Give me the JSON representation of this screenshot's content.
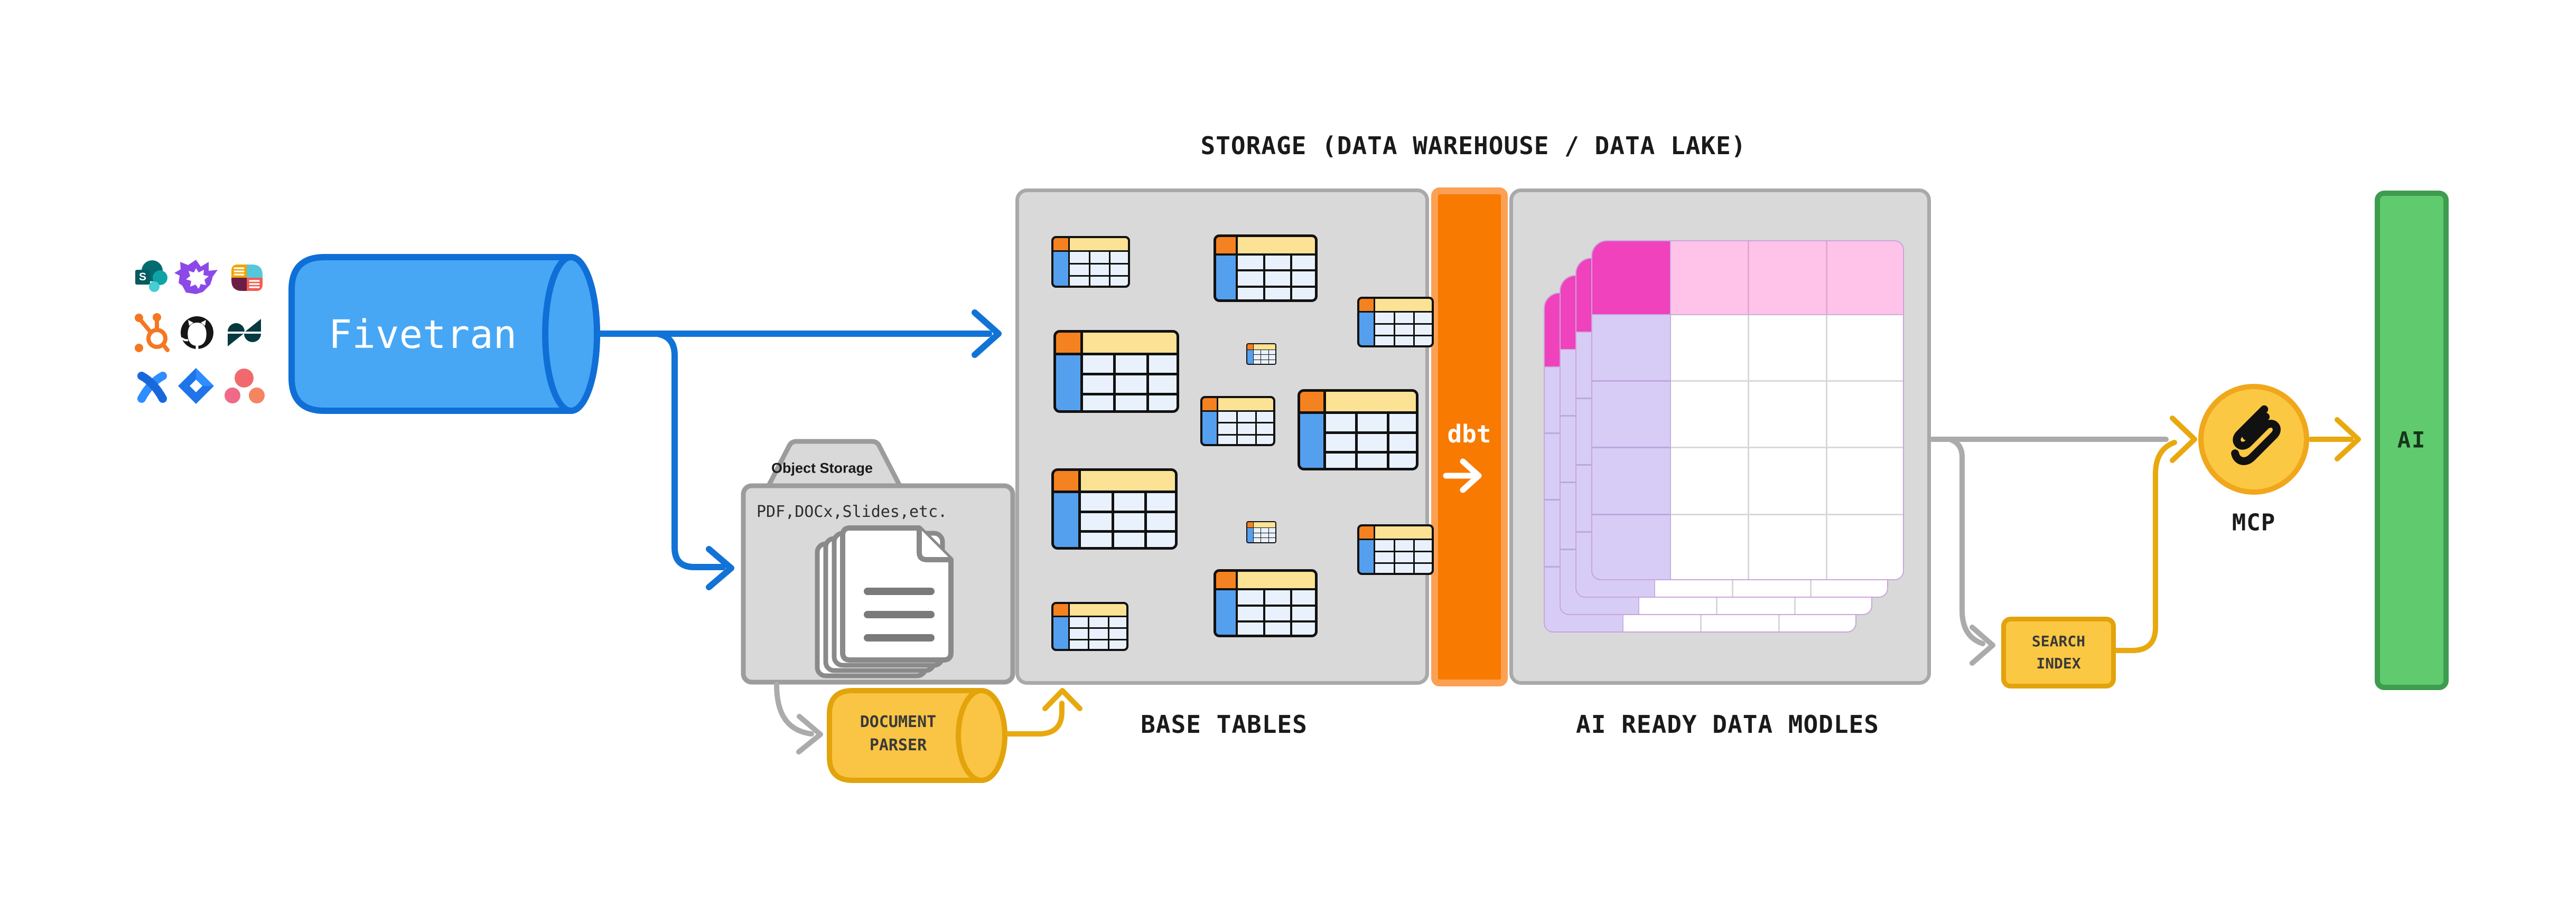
{
  "diagram": {
    "storage_title": "STORAGE (DATA WAREHOUSE / DATA LAKE)",
    "fivetran_label": "Fivetran",
    "object_storage": {
      "title": "Object Storage",
      "formats": "PDF,DOCx,Slides,etc."
    },
    "document_parser_label": "DOCUMENT\nPARSER",
    "base_tables_label": "BASE TABLES",
    "dbt_label": "dbt",
    "ai_models_label": "AI READY DATA MODLES",
    "search_index_label": "SEARCH\nINDEX",
    "mcp_label": "MCP",
    "ai_label": "AI",
    "sharepoint_letter": "S"
  },
  "source_icons": [
    "sharepoint-icon",
    "starburst-icon",
    "seismic-docs-icon",
    "hubspot-icon",
    "github-icon",
    "zendesk-icon",
    "confluence-icon",
    "jira-icon",
    "asana-icon"
  ],
  "other_icons": [
    "base-table-icon",
    "ai-model-table-icon",
    "document-stack-icon",
    "folder-icon",
    "cylinder-icon",
    "mcp-squiggle-icon",
    "arrow-right-icon",
    "arrow-up-icon",
    "arrow-down-icon"
  ],
  "colors": {
    "fivetran_blue_fill": "#47A7F5",
    "fivetran_blue_stroke": "#0F6FD6",
    "blue_arrow": "#1273D6",
    "box_gray_fill": "#D9D9D9",
    "box_gray_border": "#A9A9A9",
    "dbt_orange": "#F87A00",
    "dbt_orange_border": "#FCA053",
    "gold_fill": "#FBC843",
    "gold_border": "#E2A30B",
    "gold_arrow": "#E8A90F",
    "gray_arrow": "#ABABAB",
    "green_fill": "#5FCB6E",
    "green_border": "#3E9C4F",
    "table_header_yellow": "#FBE294",
    "table_corner_orange": "#F58220",
    "table_col_blue": "#55A0EE",
    "table_cell_blue": "#E9F2FC",
    "model_corner_magenta": "#F042BC",
    "model_header_pink": "#FFC3E9",
    "model_col_lavender": "#D7CCF5",
    "label_dark": "#1A1A1A"
  }
}
